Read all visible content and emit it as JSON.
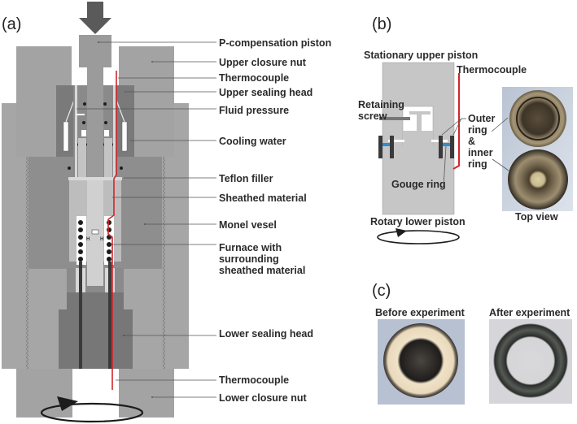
{
  "panels": {
    "a": {
      "label": "(a)",
      "callouts": [
        {
          "text": "P-compensation piston"
        },
        {
          "text": "Upper closure nut"
        },
        {
          "text": "Thermocouple"
        },
        {
          "text": "Upper sealing head"
        },
        {
          "text": "Fluid pressure"
        },
        {
          "text": "Cooling water"
        },
        {
          "text": "Teflon filler"
        },
        {
          "text": "Sheathed material"
        },
        {
          "text": "Monel vesel"
        },
        {
          "lines": [
            "Furnace with",
            "surrounding",
            "sheathed material"
          ]
        },
        {
          "text": "Lower sealing head"
        },
        {
          "text": "Thermocouple"
        },
        {
          "text": "Lower closure nut"
        }
      ],
      "icons": [
        "load-arrow-icon",
        "rotation-arrow-icon"
      ]
    },
    "b": {
      "label": "(b)",
      "title": "Stationary upper piston",
      "thermocouple": "Thermocouple",
      "retaining": [
        "Retaining",
        "screw"
      ],
      "rings": [
        "Outer",
        "ring",
        "&",
        "inner",
        "ring"
      ],
      "gouge": "Gouge ring",
      "rotary": "Rotary lower piston",
      "photo_caption": "Top view"
    },
    "c": {
      "label": "(c)",
      "before": "Before experiment",
      "after": "After experiment"
    }
  },
  "colors": {
    "thermocouple": "#d0262d",
    "gouge": "#2f8fd0",
    "outer_gray": "#a3a3a3",
    "mid_gray": "#8c8c8c",
    "dark_gray": "#6e6e6e",
    "light_gray": "#c8c8c8"
  }
}
